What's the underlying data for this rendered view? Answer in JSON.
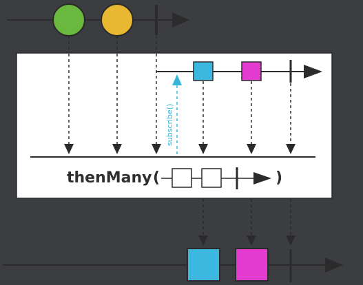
{
  "colors": {
    "background": "#3b3d40",
    "line": "#2b2b2b",
    "box_fill": "#ffffff",
    "box_stroke": "#2b2b2b",
    "green": "#6ab83e",
    "yellow": "#e8b930",
    "cyan": "#3bb7e0",
    "magenta": "#e43cd0",
    "subscribe": "#36b7d9"
  },
  "operator": {
    "name": "thenMany",
    "open_paren": "(",
    "close_paren": ")"
  },
  "subscribe_label": "subscribe()",
  "source": {
    "items": [
      {
        "shape": "circle",
        "color_key": "green"
      },
      {
        "shape": "circle",
        "color_key": "yellow"
      }
    ],
    "completes": true
  },
  "inner": {
    "items": [
      {
        "shape": "square",
        "color_key": "cyan"
      },
      {
        "shape": "square",
        "color_key": "magenta"
      }
    ],
    "completes": true
  },
  "mini_inner": {
    "items": [
      {
        "shape": "square",
        "color_key": "box_fill"
      },
      {
        "shape": "square",
        "color_key": "box_fill"
      }
    ],
    "completes": true
  },
  "output": {
    "items": [
      {
        "shape": "square",
        "color_key": "cyan"
      },
      {
        "shape": "square",
        "color_key": "magenta"
      }
    ],
    "completes": true
  }
}
